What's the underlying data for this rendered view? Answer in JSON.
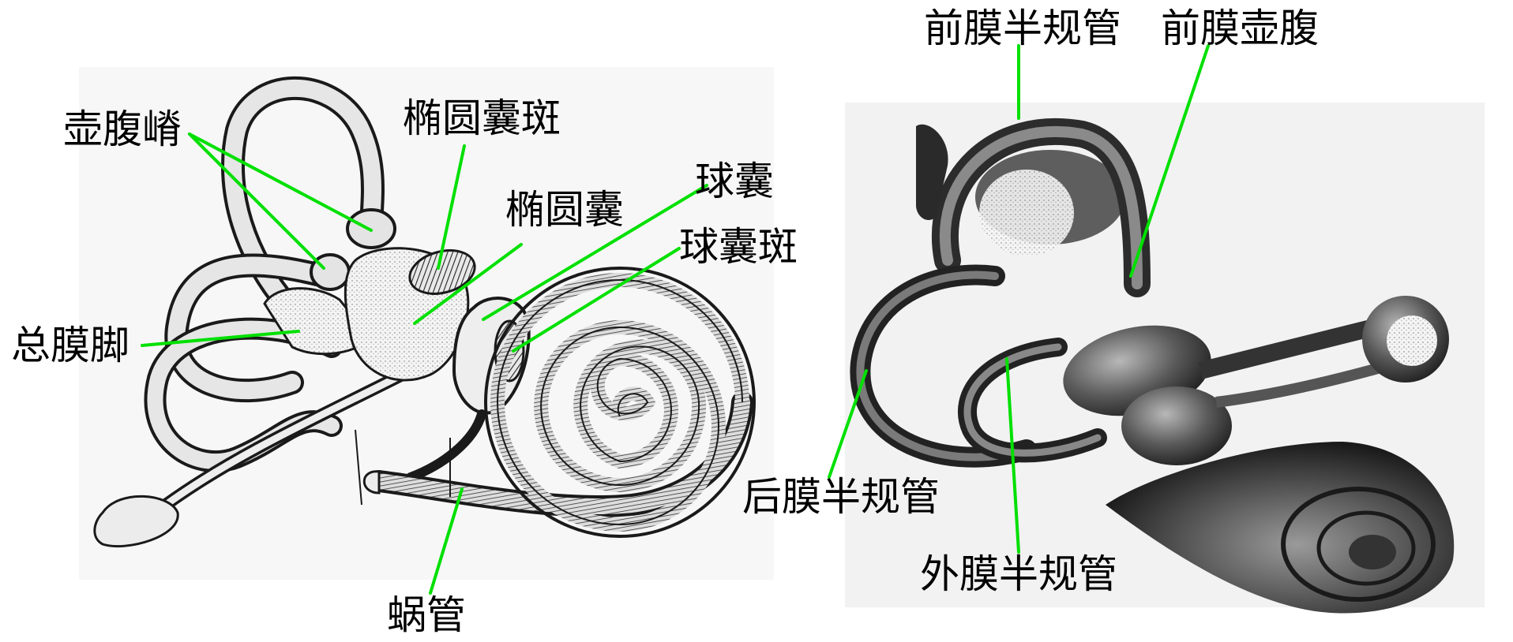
{
  "colors": {
    "leader_line": "#00e000",
    "ink": "#000000",
    "paper": "#ffffff"
  },
  "left_figure": {
    "labels": {
      "ampullary_crest": "壶腹嵴",
      "macula_utriculi": "椭圆囊斑",
      "utricle": "椭圆囊",
      "saccule": "球囊",
      "macula_sacculi": "球囊斑",
      "common_crus": "总膜脚",
      "cochlear_duct": "蜗管"
    }
  },
  "right_figure": {
    "labels": {
      "anterior_semicircular_duct": "前膜半规管",
      "anterior_ampulla": "前膜壶腹",
      "posterior_semicircular_duct": "后膜半规管",
      "lateral_semicircular_duct": "外膜半规管"
    }
  }
}
